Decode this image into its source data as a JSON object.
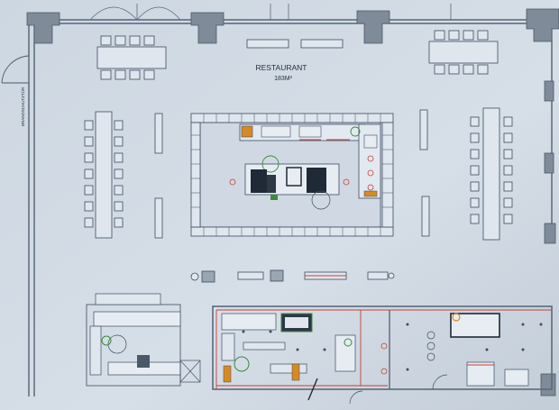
{
  "plan": {
    "room_name": "RESTAURANT",
    "room_area": "183M²",
    "side_label": "BRANDSCHUTZTÜR"
  },
  "colors": {
    "paper": "#d4dde6",
    "line": "#3d4d62",
    "wall": "#7f8b98",
    "accent_red": "#c4402f",
    "accent_green": "#3f8a3a",
    "accent_orange": "#d88a22"
  }
}
